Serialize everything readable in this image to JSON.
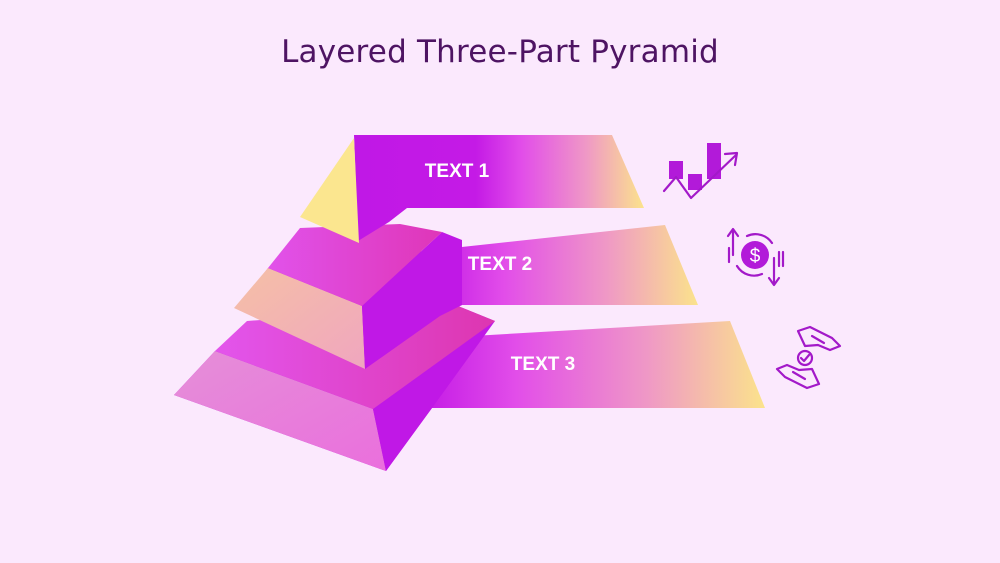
{
  "title": "Layered Three-Part Pyramid",
  "colors": {
    "background": "#fbe9fd",
    "title": "#4e1463",
    "primary_purple": "#c018e6",
    "magenta": "#e14ee8",
    "pink": "#f29cc6",
    "yellow": "#fbe58c",
    "icon": "#a319c9"
  },
  "layers": [
    {
      "label": "TEXT 1",
      "icon": "bar-chart-growth-icon"
    },
    {
      "label": "TEXT 2",
      "icon": "dollar-exchange-icon"
    },
    {
      "label": "TEXT 3",
      "icon": "hands-check-icon"
    }
  ]
}
